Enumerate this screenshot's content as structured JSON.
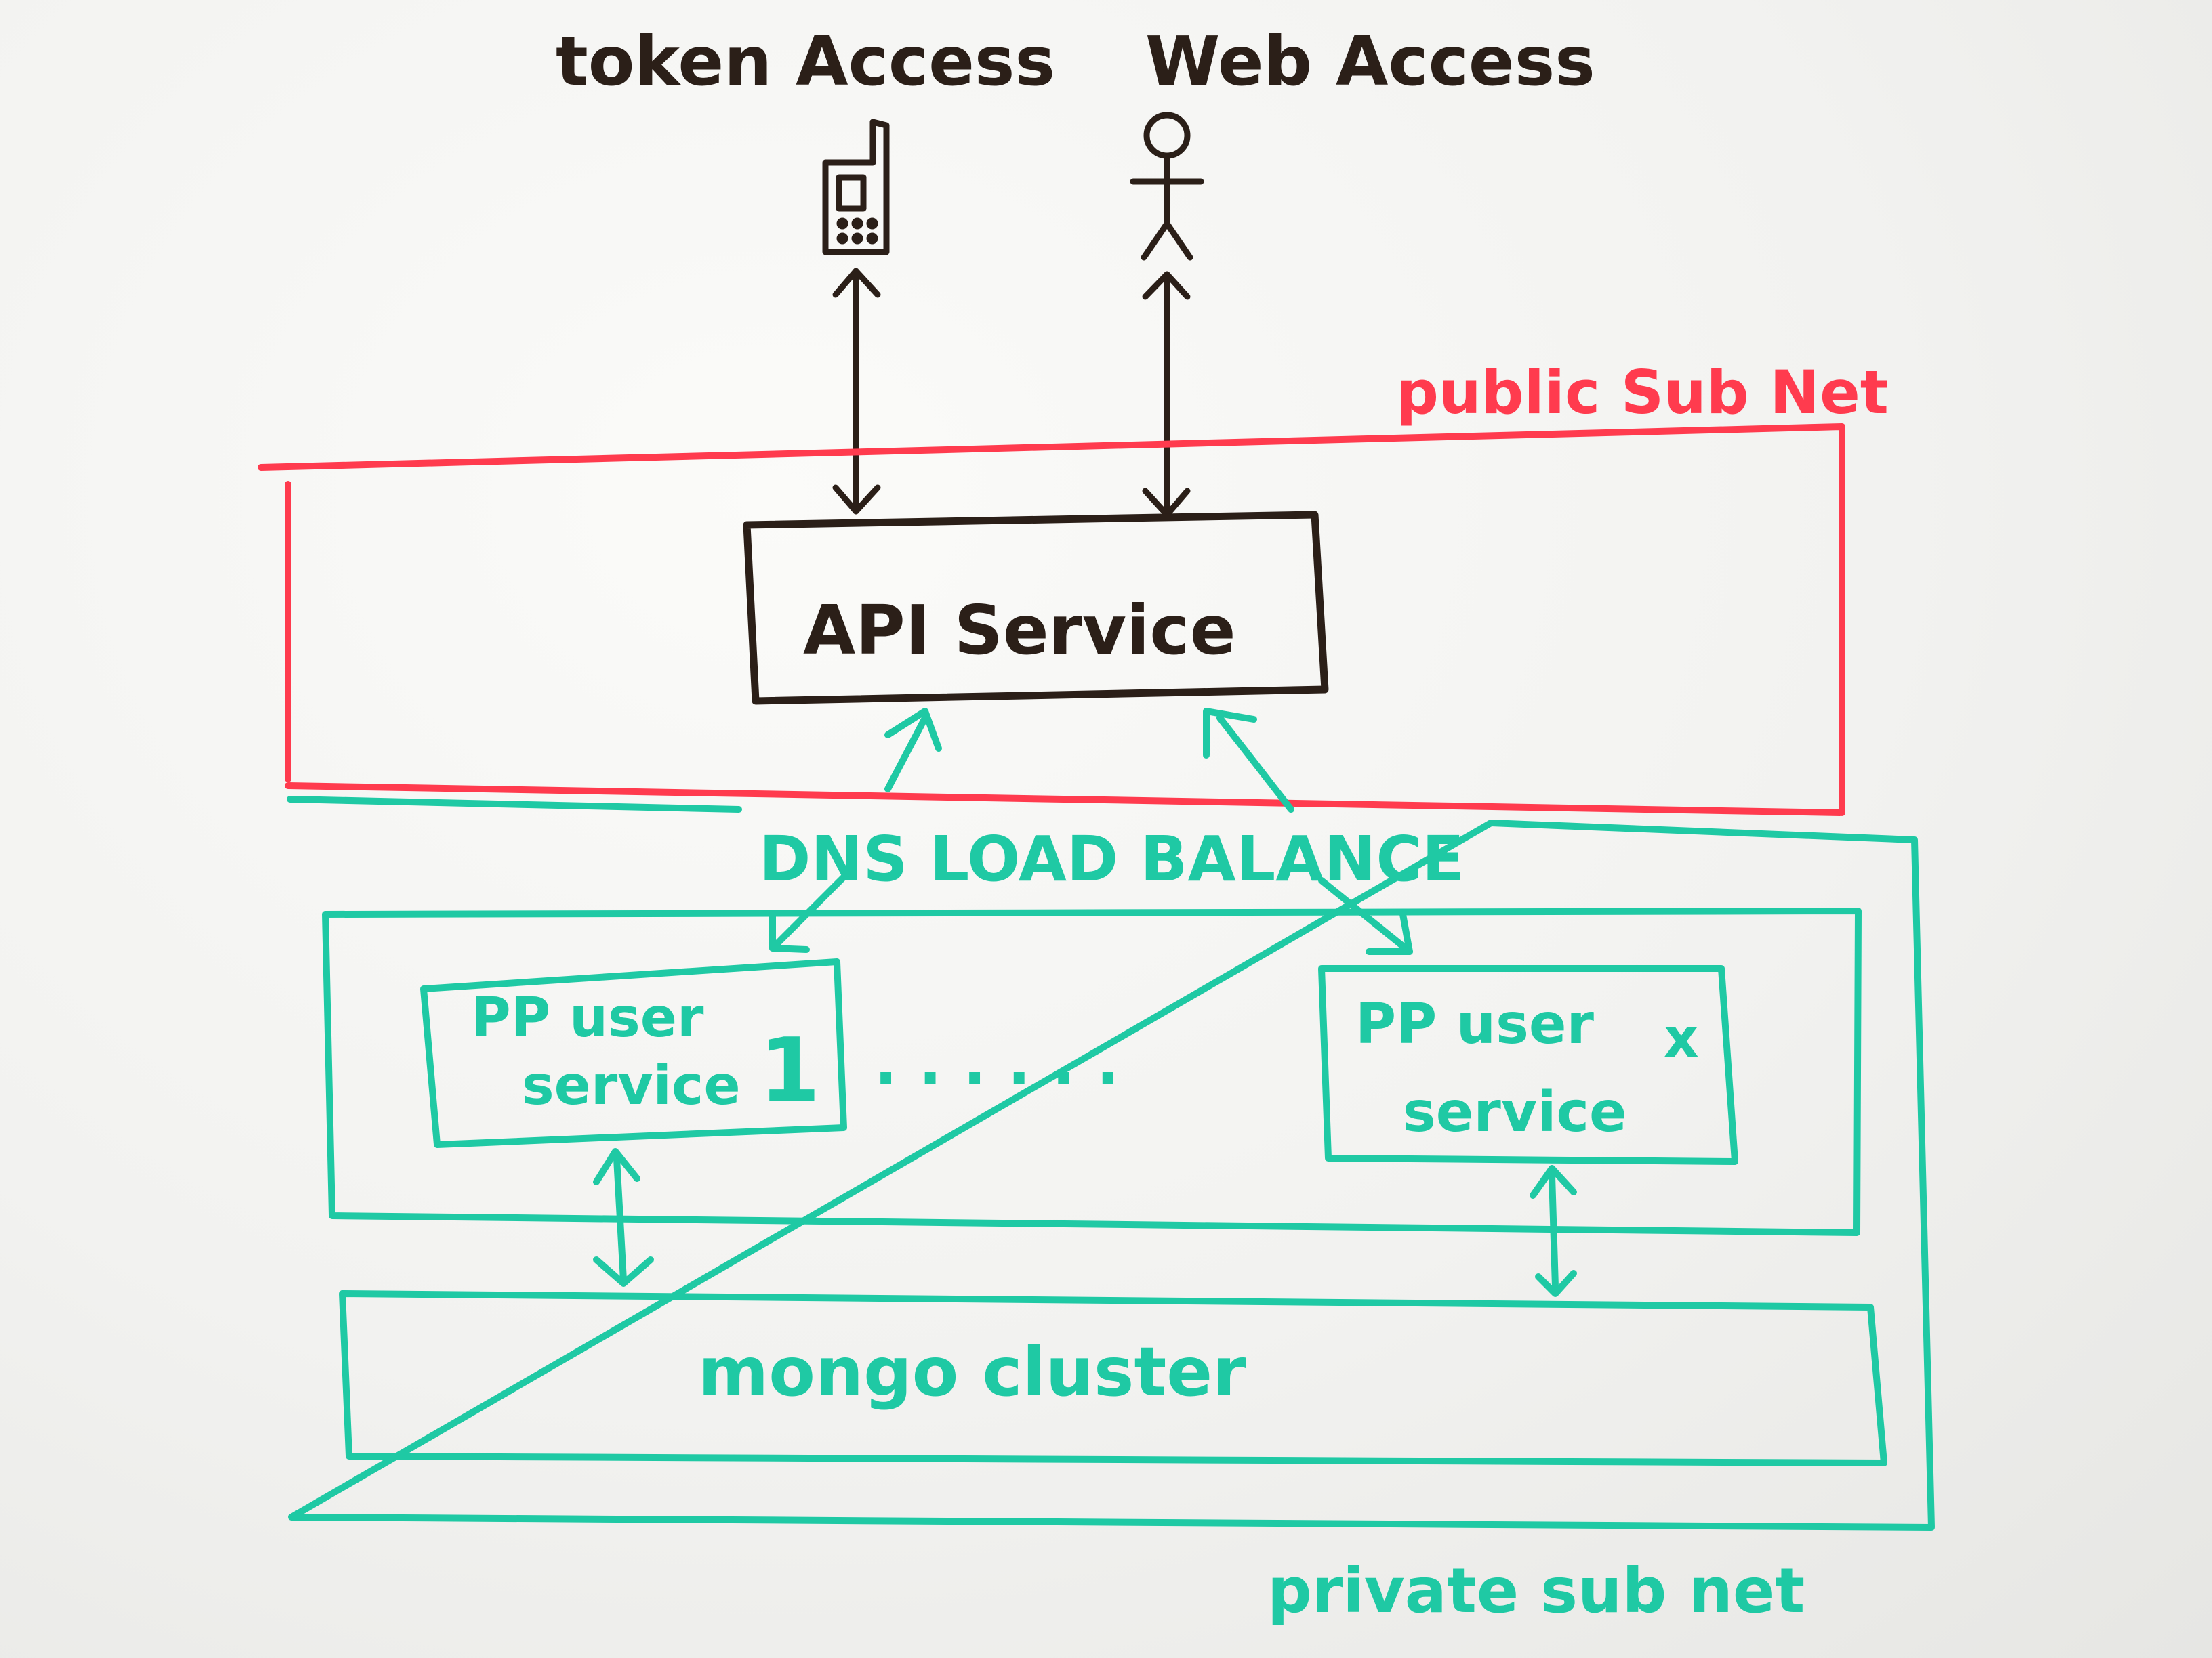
{
  "labels": {
    "token_access": "token Access",
    "web_access": "Web Access",
    "public_subnet": "public Sub Net",
    "api_service": "API Service",
    "dns_load_balance": "DNS LOAD BALANCE",
    "pp_user_service_1_line1": "PP user",
    "pp_user_service_1_line2": "service",
    "pp_user_service_1_num": "1",
    "ellipsis": ". . . . . .",
    "pp_user_service_x_line1": "PP user",
    "pp_user_service_x_line2": "service",
    "pp_user_service_x_num": "x",
    "mongo_cluster": "mongo cluster",
    "private_subnet": "private sub net"
  },
  "colors": {
    "black_marker": "#2b1f18",
    "red_marker": "#ff3b4e",
    "teal_marker": "#1fc9a4"
  },
  "icons": {
    "phone": "mobile-phone-icon",
    "person": "stick-figure-person-icon"
  }
}
